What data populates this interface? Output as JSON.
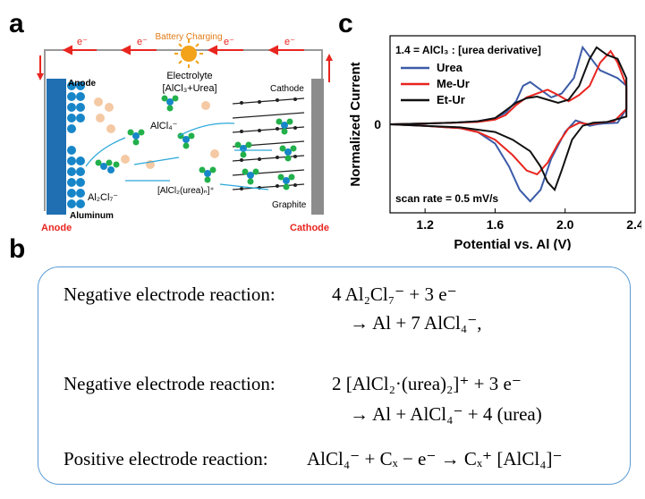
{
  "panels": {
    "a": "a",
    "b": "b",
    "c": "c"
  },
  "panel_a": {
    "top_label": "Battery Charging",
    "electron_labels": [
      "e⁻",
      "e⁻",
      "e⁻",
      "e⁻"
    ],
    "electrolyte_line1": "Electrolyte",
    "electrolyte_line2": "[AlCl₃+Urea]",
    "anode_top": "Anode",
    "cathode_top": "Cathode",
    "alcl4": "AlCl₄⁻",
    "al2cl7": "Al₂Cl₇⁻",
    "alcl2urea": "[AlCl₂(urea)ₙ]⁺",
    "aluminum": "Aluminum",
    "graphite": "Graphite",
    "anode_bottom": "Anode",
    "cathode_bottom": "Cathode",
    "colors": {
      "red": "#e8251f",
      "blue_electrode": "#1f6fb2",
      "cathode_gray": "#8c8c8c"
    }
  },
  "chart_data": {
    "type": "line",
    "xlabel": "Potential vs. Al (V)",
    "ylabel": "Normalized Current",
    "x_ticks": [
      "1.2",
      "1.6",
      "2.0",
      "2.4"
    ],
    "y_ticks": [
      "0"
    ],
    "xlim": [
      1.0,
      2.4
    ],
    "legend_title": "1.4 = AlCl₃ : [urea derivative]",
    "annotation": "scan rate = 0.5 mV/s",
    "legend_position": "top-left",
    "series": [
      {
        "name": "Urea",
        "color": "#3c5ba8",
        "x": [
          1.0,
          1.2,
          1.4,
          1.5,
          1.6,
          1.68,
          1.74,
          1.8,
          1.86,
          1.92,
          2.0,
          2.06,
          2.1,
          2.14,
          2.18,
          2.22,
          2.3,
          2.35,
          2.35,
          2.3,
          2.2,
          2.1,
          2.05,
          1.98,
          1.92,
          1.86,
          1.8,
          1.76,
          1.72,
          1.66,
          1.6,
          1.5,
          1.35,
          1.2,
          1.0
        ],
        "y": [
          0.0,
          -0.02,
          -0.05,
          -0.1,
          -0.25,
          -0.55,
          -0.85,
          -1.0,
          -0.85,
          -0.45,
          -0.1,
          0.05,
          0.02,
          -0.02,
          0.0,
          0.01,
          0.02,
          0.2,
          0.5,
          0.6,
          0.7,
          1.0,
          0.6,
          0.4,
          0.35,
          0.45,
          0.55,
          0.5,
          0.3,
          0.15,
          0.08,
          0.04,
          0.02,
          0.01,
          0.0
        ]
      },
      {
        "name": "Me-Ur",
        "color": "#e8251f",
        "x": [
          1.0,
          1.2,
          1.4,
          1.5,
          1.6,
          1.7,
          1.78,
          1.84,
          1.9,
          1.96,
          2.02,
          2.08,
          2.14,
          2.2,
          2.28,
          2.35,
          2.35,
          2.3,
          2.26,
          2.2,
          2.14,
          2.08,
          2.02,
          1.96,
          1.9,
          1.84,
          1.78,
          1.72,
          1.66,
          1.6,
          1.5,
          1.35,
          1.2,
          1.0
        ],
        "y": [
          0.0,
          -0.02,
          -0.05,
          -0.1,
          -0.2,
          -0.4,
          -0.6,
          -0.65,
          -0.5,
          -0.25,
          -0.05,
          0.02,
          0.0,
          0.02,
          0.04,
          0.2,
          0.5,
          0.8,
          0.95,
          0.8,
          0.5,
          0.38,
          0.3,
          0.38,
          0.45,
          0.4,
          0.35,
          0.25,
          0.12,
          0.06,
          0.03,
          0.02,
          0.01,
          0.0
        ]
      },
      {
        "name": "Et-Ur",
        "color": "#111111",
        "x": [
          1.0,
          1.2,
          1.4,
          1.6,
          1.7,
          1.8,
          1.86,
          1.9,
          1.94,
          1.98,
          2.04,
          2.1,
          2.16,
          2.24,
          2.35,
          2.35,
          2.3,
          2.24,
          2.18,
          2.14,
          2.08,
          2.02,
          1.96,
          1.9,
          1.84,
          1.78,
          1.72,
          1.66,
          1.6,
          1.5,
          1.35,
          1.2,
          1.0
        ],
        "y": [
          0.0,
          -0.02,
          -0.04,
          -0.1,
          -0.2,
          -0.35,
          -0.55,
          -0.75,
          -0.85,
          -0.6,
          -0.2,
          -0.02,
          0.02,
          0.03,
          0.1,
          0.6,
          0.85,
          0.9,
          1.0,
          0.85,
          0.5,
          0.32,
          0.28,
          0.32,
          0.36,
          0.34,
          0.28,
          0.18,
          0.08,
          0.04,
          0.02,
          0.01,
          0.0
        ]
      }
    ]
  },
  "panel_b": {
    "eq1": {
      "label": "Negative electrode reaction",
      "sep": ":",
      "line1": "4 Al₂Cl₇⁻ + 3 e⁻",
      "line2": "→ Al + 7 AlCl₄⁻,"
    },
    "eq2": {
      "label": "Negative electrode reaction",
      "sep": ":",
      "line1": "2 [AlCl₂·(urea)₂]⁺ + 3 e⁻",
      "line2": "→ Al + AlCl₄⁻ + 4 (urea)"
    },
    "eq3": {
      "label": "Positive electrode reaction",
      "sep": ":",
      "line1": "AlCl₄⁻ + Cₓ − e⁻ → Cₓ⁺ [AlCl₄]⁻"
    }
  }
}
